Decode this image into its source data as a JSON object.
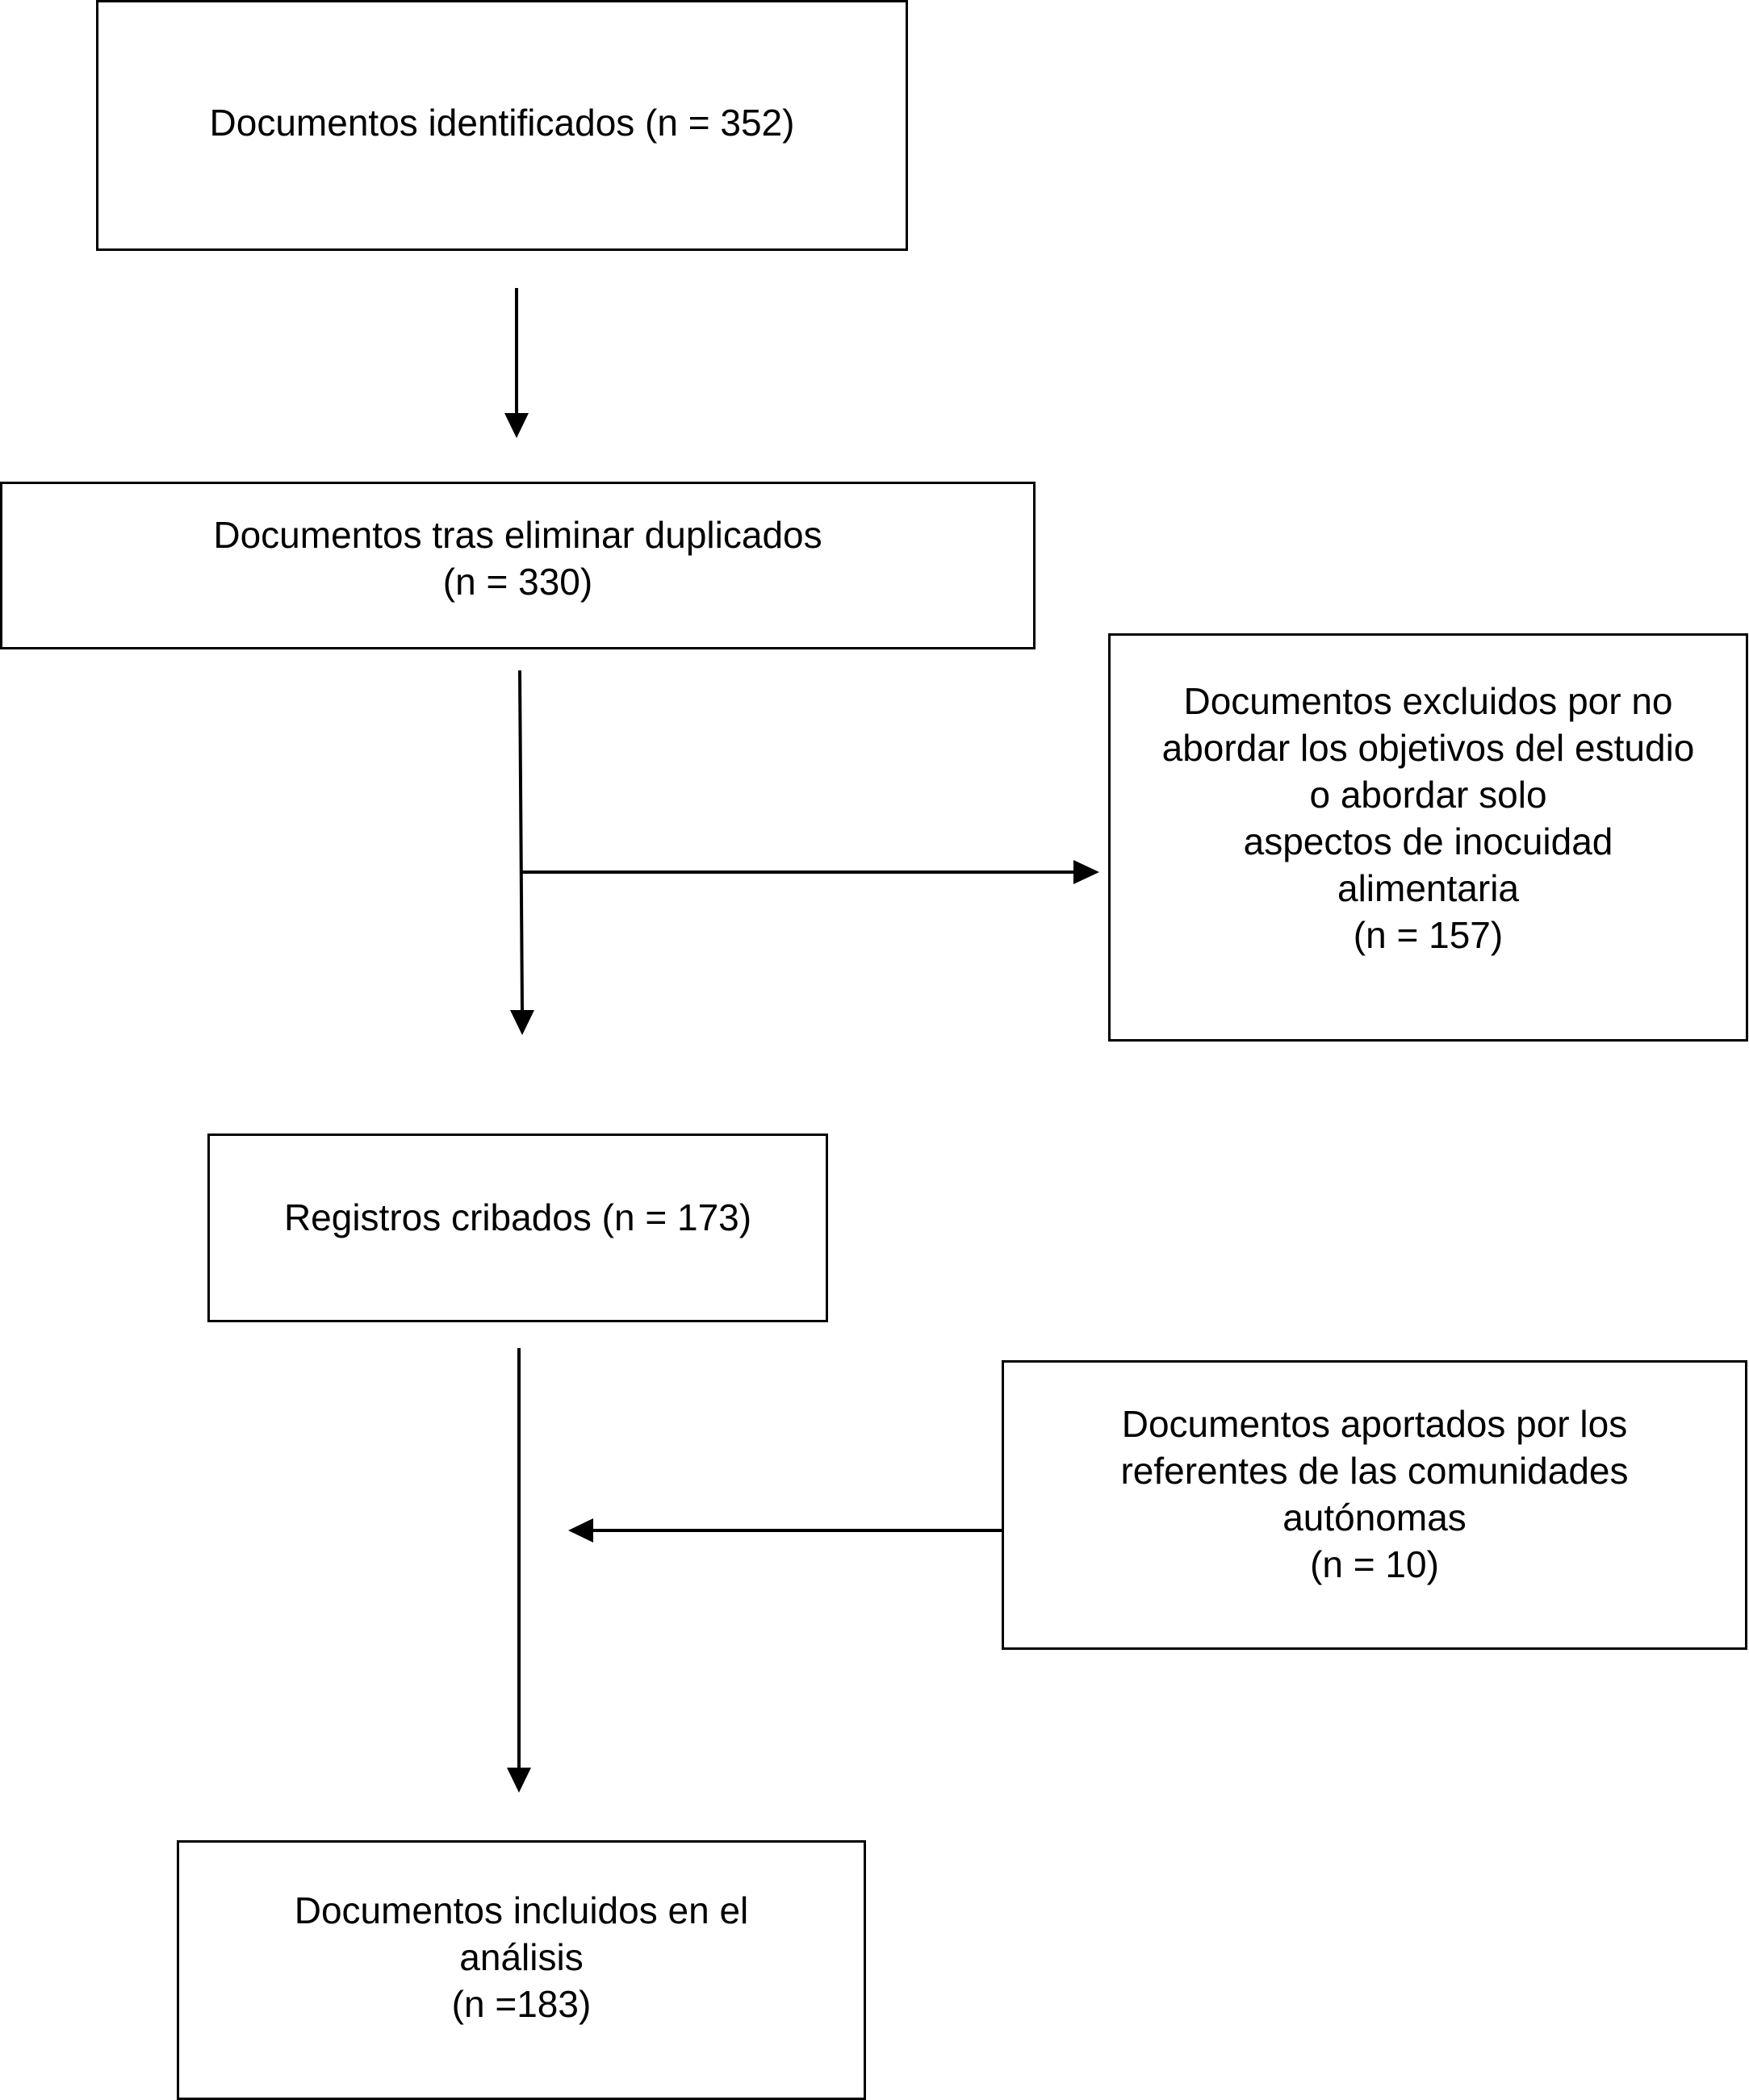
{
  "flowchart": {
    "boxes": {
      "identified": "Documentos identificados (n = 352)",
      "after_duplicates": "Documentos tras eliminar duplicados\n(n = 330)",
      "excluded": "Documentos excluidos por no\nabordar los objetivos del estudio\no abordar solo\naspectos de inocuidad\nalimentaria\n(n = 157)",
      "screened": "Registros cribados (n = 173)",
      "contributed": "Documentos aportados por los\nreferentes de las comunidades\nautónomas\n(n = 10)",
      "included": "Documentos incluidos en el\nanálisis\n(n =183)"
    }
  }
}
